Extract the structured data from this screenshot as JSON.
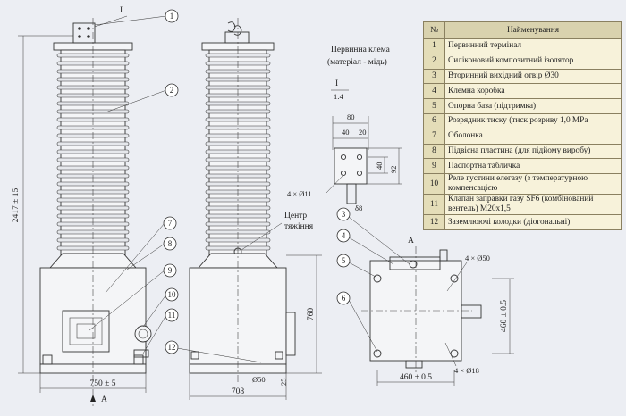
{
  "table": {
    "headers": [
      "№",
      "Найменування"
    ],
    "rows": [
      {
        "n": "1",
        "name": "Первинний термінал"
      },
      {
        "n": "2",
        "name": "Силіконовий композитний ізолятор"
      },
      {
        "n": "3",
        "name": "Вторинний вихідний отвір Ø30"
      },
      {
        "n": "4",
        "name": "Клемна коробка"
      },
      {
        "n": "5",
        "name": "Опорна база (підтримка)"
      },
      {
        "n": "6",
        "name": "Розрядник тиску (тиск розриву 1,0 MPa"
      },
      {
        "n": "7",
        "name": "Оболонка"
      },
      {
        "n": "8",
        "name": "Підвісна пластина (для підйому виробу)"
      },
      {
        "n": "9",
        "name": "Паспортна табличка"
      },
      {
        "n": "10",
        "name": "Реле густини елегазу (з температурною компенсацією"
      },
      {
        "n": "11",
        "name": "Клапан заправки газу SF6 (комбінований вентель) M20x1,5"
      },
      {
        "n": "12",
        "name": "Заземлюючі колодки (діогональні)"
      }
    ]
  },
  "drawing": {
    "detail_title_1": "Первинна клема",
    "detail_title_2": "(матеріал - мідь)",
    "detail_ref": "I",
    "detail_scale": "1:4",
    "dim_80": "80",
    "dim_40a": "40",
    "dim_20": "20",
    "dim_40b": "40",
    "dim_92": "92",
    "holes": "4 × Ø11",
    "thick": "δ8",
    "centre_1": "Центр",
    "centre_2": "тяжіння",
    "height_total": "2417 ± 15",
    "width_front": "750 ± 5",
    "width_side": "708",
    "height_base": "760",
    "dim_50": "Ø50",
    "dim_25": "25",
    "view_a": "A",
    "view_a2": "A",
    "top_holes": "4 × Ø50",
    "base_holes": "4 × Ø18",
    "base_w": "460 ± 0.5",
    "base_h": "460 ± 0.5",
    "ref_I": "I",
    "callouts": [
      "1",
      "2",
      "3",
      "4",
      "5",
      "6",
      "7",
      "8",
      "9",
      "10",
      "11",
      "12"
    ]
  }
}
